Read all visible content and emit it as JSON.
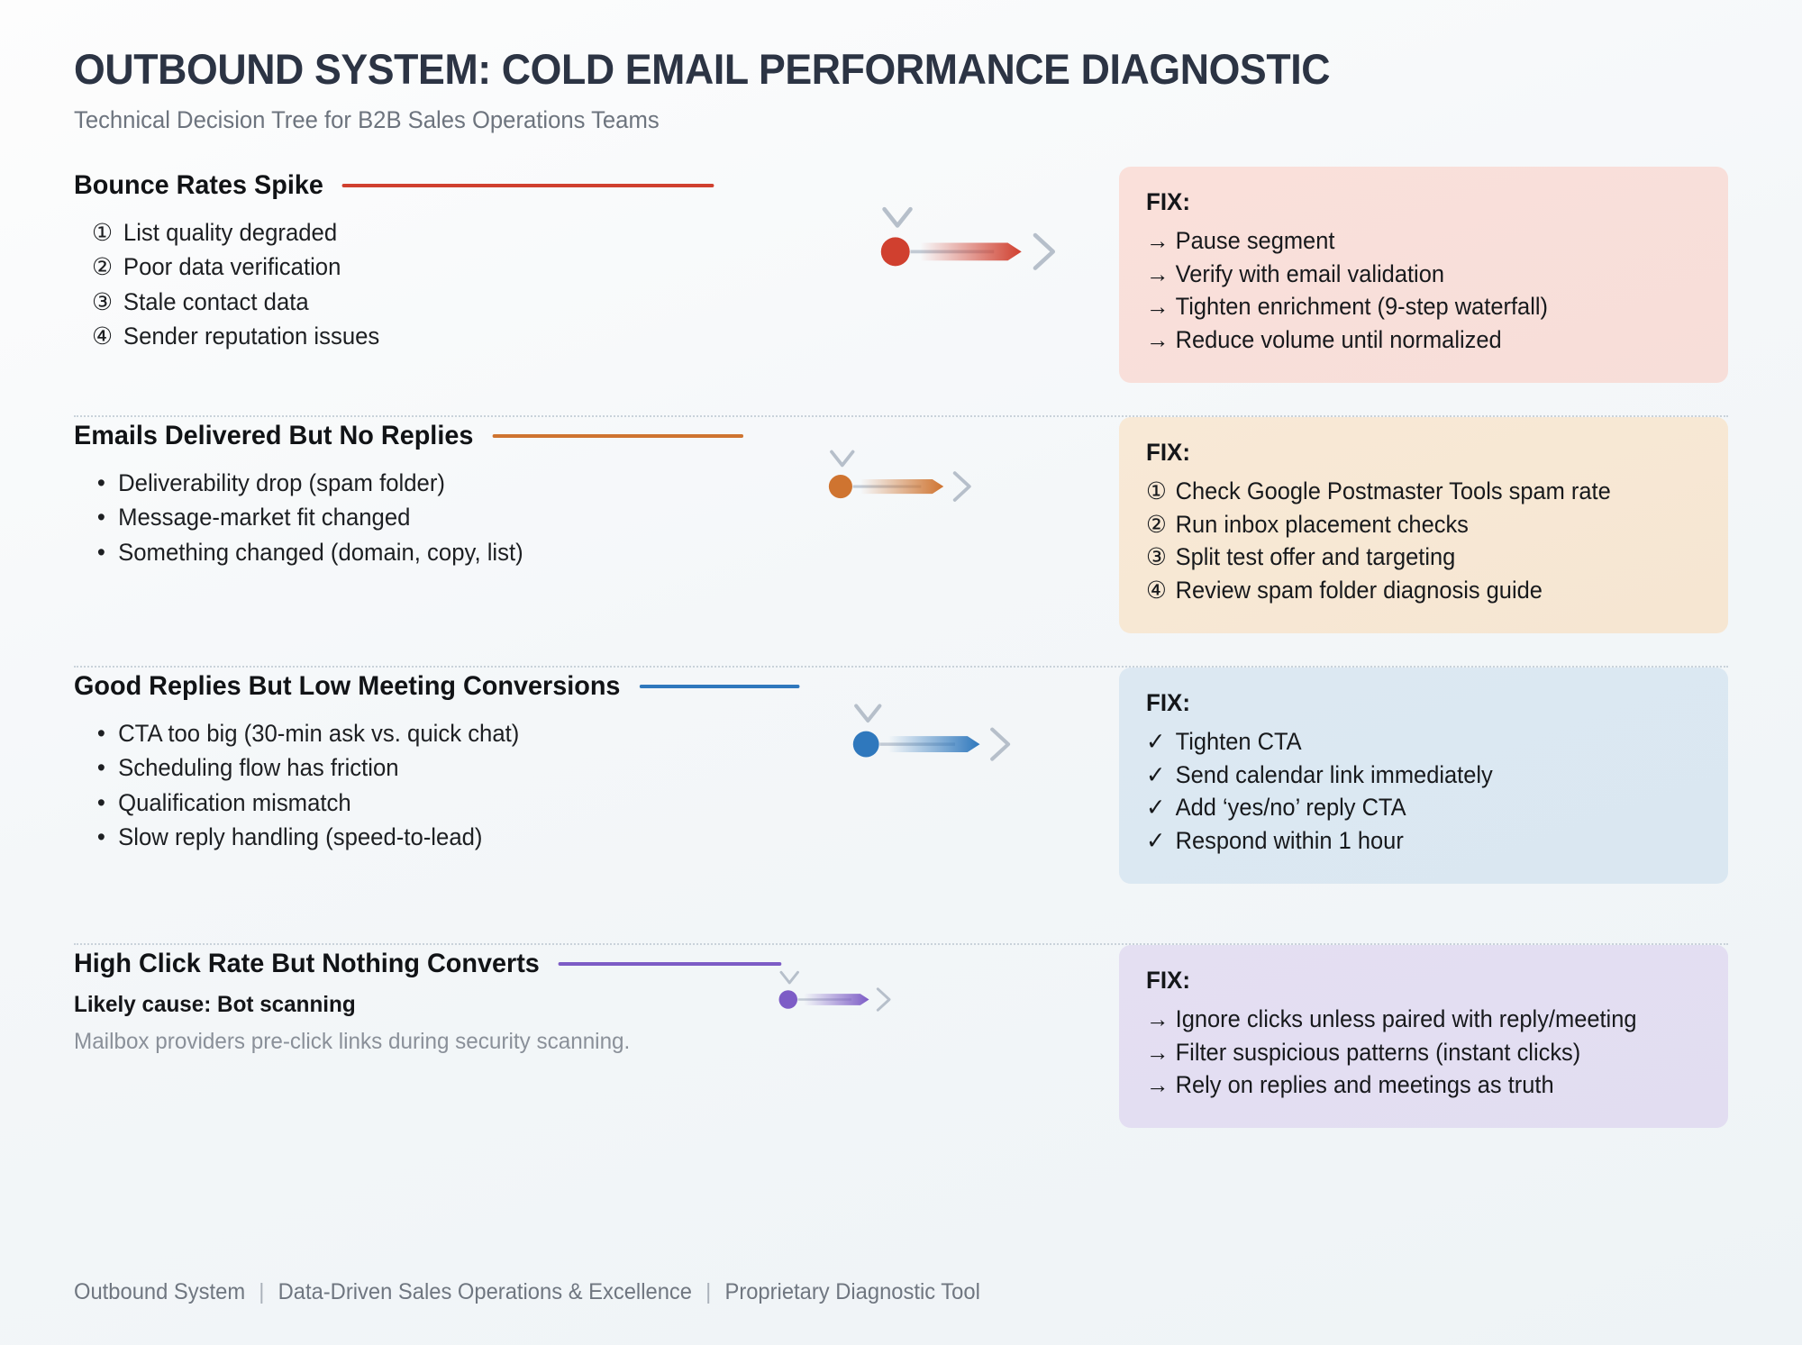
{
  "header": {
    "title": "OUTBOUND SYSTEM: COLD EMAIL PERFORMANCE DIAGNOSTIC",
    "subtitle": "Technical Decision Tree for B2B Sales Operations Teams"
  },
  "fix_label": "FIX:",
  "sections": [
    {
      "id": "bounce-rates-spike",
      "heading": "Bounce Rates Spike",
      "accent": "#d0402f",
      "card_bg_top": "#fae0da",
      "card_bg_bottom": "#f7ded9",
      "marks": [
        "①",
        "②",
        "③",
        "④"
      ],
      "causes": [
        "List quality degraded",
        "Poor data verification",
        "Stale contact data",
        "Sender reputation issues"
      ],
      "fix_mark": "→",
      "fixes": [
        "Pause segment",
        "Verify with email validation",
        "Tighten enrichment (9-step waterfall)",
        "Reduce volume until normalized"
      ]
    },
    {
      "id": "emails-delivered-no-replies",
      "heading": "Emails Delivered But No Replies",
      "accent": "#cf7430",
      "card_bg_top": "#f8e9d6",
      "card_bg_bottom": "#f6e6d2",
      "marks": [
        "•",
        "•",
        "•"
      ],
      "causes": [
        "Deliverability drop (spam folder)",
        "Message-market fit changed",
        "Something changed (domain, copy, list)"
      ],
      "fix_mark": "",
      "fix_marks": [
        "①",
        "②",
        "③",
        "④"
      ],
      "fixes": [
        "Check Google Postmaster Tools spam rate",
        "Run inbox placement checks",
        "Split test offer and targeting",
        "Review spam folder diagnosis guide"
      ]
    },
    {
      "id": "good-replies-low-meetings",
      "heading": "Good Replies But Low Meeting Conversions",
      "accent": "#2f78bd",
      "card_bg_top": "#dce8f2",
      "card_bg_bottom": "#dae7f1",
      "marks": [
        "•",
        "•",
        "•",
        "•"
      ],
      "causes": [
        "CTA too big (30-min ask vs. quick chat)",
        "Scheduling flow has friction",
        "Qualification mismatch",
        "Slow reply handling (speed-to-lead)"
      ],
      "fix_mark": "✓",
      "fixes": [
        "Tighten CTA",
        "Send calendar link immediately",
        "Add ‘yes/no’ reply CTA",
        "Respond within 1 hour"
      ]
    },
    {
      "id": "high-click-rate-no-conversion",
      "heading": "High Click Rate But Nothing Converts",
      "accent": "#7d5cc6",
      "card_bg_top": "#e4dff2",
      "card_bg_bottom": "#e2ddf1",
      "marks": [],
      "causes": [],
      "cause_sub": "Likely cause: Bot scanning",
      "cause_note": "Mailbox providers pre-click links during security scanning.",
      "fix_mark": "→",
      "fixes": [
        "Ignore clicks unless paired with reply/meeting",
        "Filter suspicious patterns (instant clicks)",
        "Rely on replies and meetings as truth"
      ]
    }
  ],
  "footer": {
    "brand": "Outbound System",
    "tagline": "Data-Driven Sales Operations & Excellence",
    "note": "Proprietary Diagnostic Tool",
    "separator": "|"
  }
}
